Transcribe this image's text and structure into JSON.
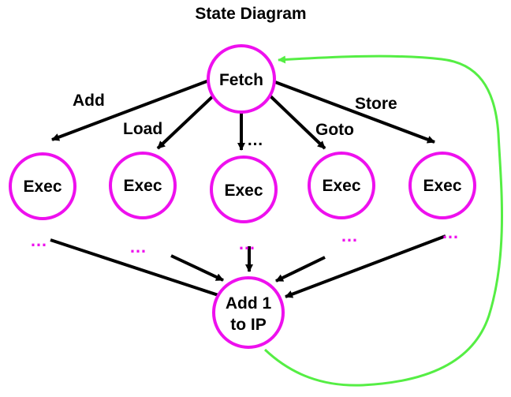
{
  "title": "State Diagram",
  "colors": {
    "node_stroke": "#ee10ee",
    "arrow": "#000000",
    "loop": "#55ee44",
    "ellipsis": "#ee10ee",
    "text": "#000000"
  },
  "nodes": {
    "fetch": "Fetch",
    "exec": "Exec",
    "add_ip_line1": "Add 1",
    "add_ip_line2": "to IP"
  },
  "edge_labels": {
    "add": "Add",
    "load": "Load",
    "dots": "…",
    "goto": "Goto",
    "store": "Store"
  },
  "ellipsis": "…"
}
